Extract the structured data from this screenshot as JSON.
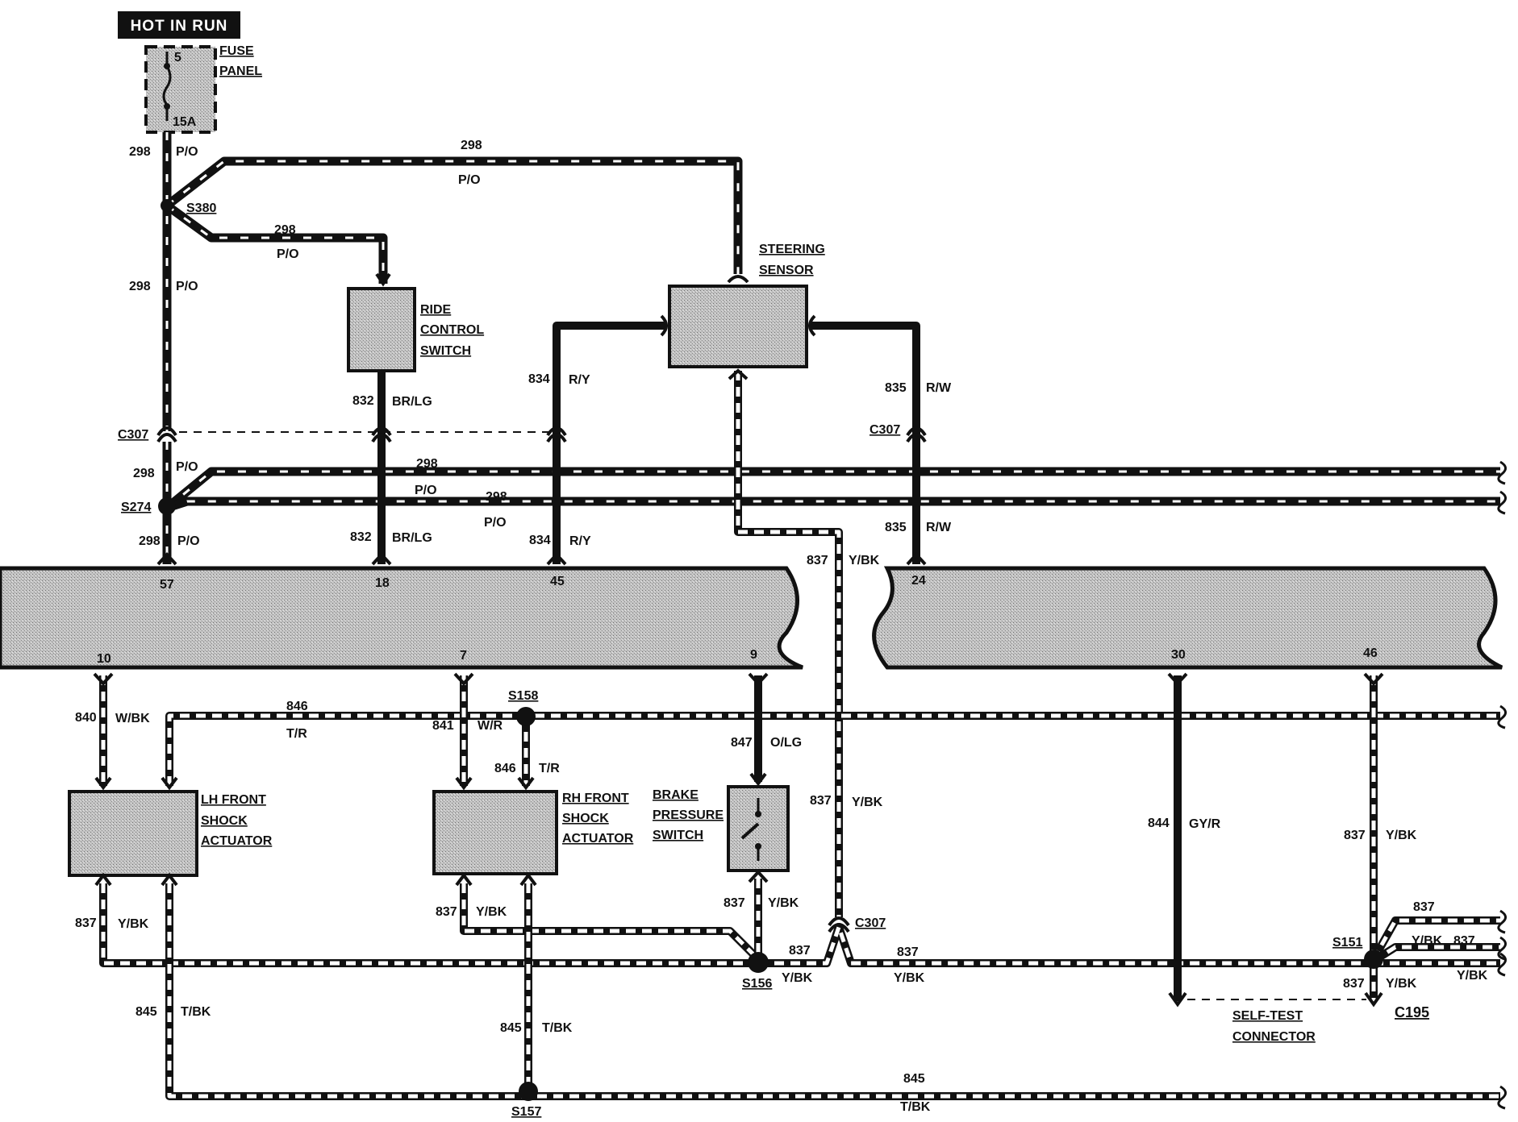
{
  "header": {
    "hot_in_run": "HOT IN RUN"
  },
  "fuse": {
    "label_line1": "FUSE",
    "label_line2": "PANEL",
    "number": "5",
    "rating": "15A"
  },
  "components": {
    "ride_control_switch": [
      "RIDE",
      "CONTROL",
      "SWITCH"
    ],
    "steering_sensor": [
      "STEERING",
      "SENSOR"
    ],
    "lh_front_shock": [
      "LH FRONT",
      "SHOCK",
      "ACTUATOR"
    ],
    "rh_front_shock": [
      "RH FRONT",
      "SHOCK",
      "ACTUATOR"
    ],
    "brake_pressure_switch": [
      "BRAKE",
      "PRESSURE",
      "SWITCH"
    ],
    "self_test_connector": [
      "SELF-TEST",
      "CONNECTOR"
    ]
  },
  "connectors": {
    "c307": "C307",
    "c195": "C195"
  },
  "splices": {
    "s380": "S380",
    "s274": "S274",
    "s158": "S158",
    "s156": "S156",
    "s157": "S157",
    "s151": "S151"
  },
  "module_pins": {
    "p57": "57",
    "p18": "18",
    "p45": "45",
    "p24": "24",
    "p10": "10",
    "p7": "7",
    "p9": "9",
    "p30": "30",
    "p46": "46"
  },
  "circuits": {
    "c298": "298",
    "c832": "832",
    "c834": "834",
    "c835": "835",
    "c837": "837",
    "c840": "840",
    "c841": "841",
    "c846": "846",
    "c847": "847",
    "c844": "844",
    "c845": "845"
  },
  "colors": {
    "po": "P/O",
    "brlg": "BR/LG",
    "ry": "R/Y",
    "rw": "R/W",
    "ybk": "Y/BK",
    "wbk": "W/BK",
    "wr": "W/R",
    "tr": "T/R",
    "olg": "O/LG",
    "gyr": "GY/R",
    "tbk": "T/BK"
  }
}
